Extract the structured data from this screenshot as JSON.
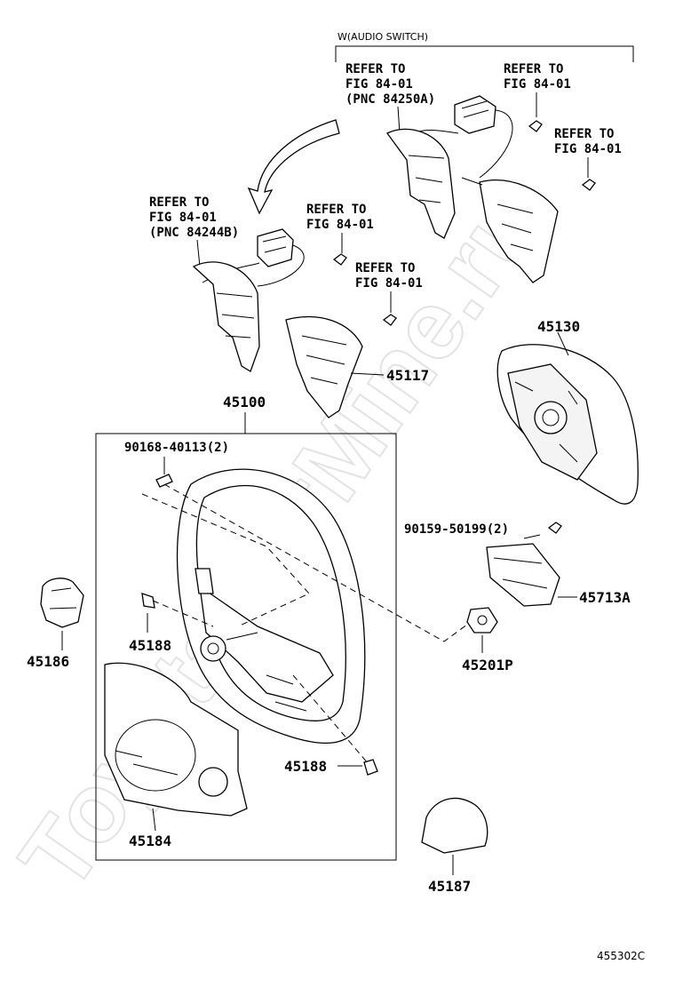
{
  "watermark": "ToyotaCarMine.ru",
  "figure_id": "455302C",
  "audio_switch_label": "W(AUDIO SWITCH)",
  "refs": {
    "ref_a": [
      "REFER TO",
      "FIG 84-01",
      "(PNC 84250A)"
    ],
    "ref_b": [
      "REFER TO",
      "FIG 84-01"
    ],
    "ref_c": [
      "REFER TO",
      "FIG 84-01"
    ],
    "ref_d": [
      "REFER TO",
      "FIG 84-01",
      "(PNC 84244B)"
    ],
    "ref_e": [
      "REFER TO",
      "FIG 84-01"
    ],
    "ref_f": [
      "REFER TO",
      "FIG 84-01"
    ]
  },
  "parts": {
    "p45130": "45130",
    "p45117": "45117",
    "p45100": "45100",
    "p90168": "90168-40113(2)",
    "p90159": "90159-50199(2)",
    "p45713A": "45713A",
    "p45186": "45186",
    "p45188a": "45188",
    "p45201P": "45201P",
    "p45188b": "45188",
    "p45184": "45184",
    "p45187": "45187"
  }
}
